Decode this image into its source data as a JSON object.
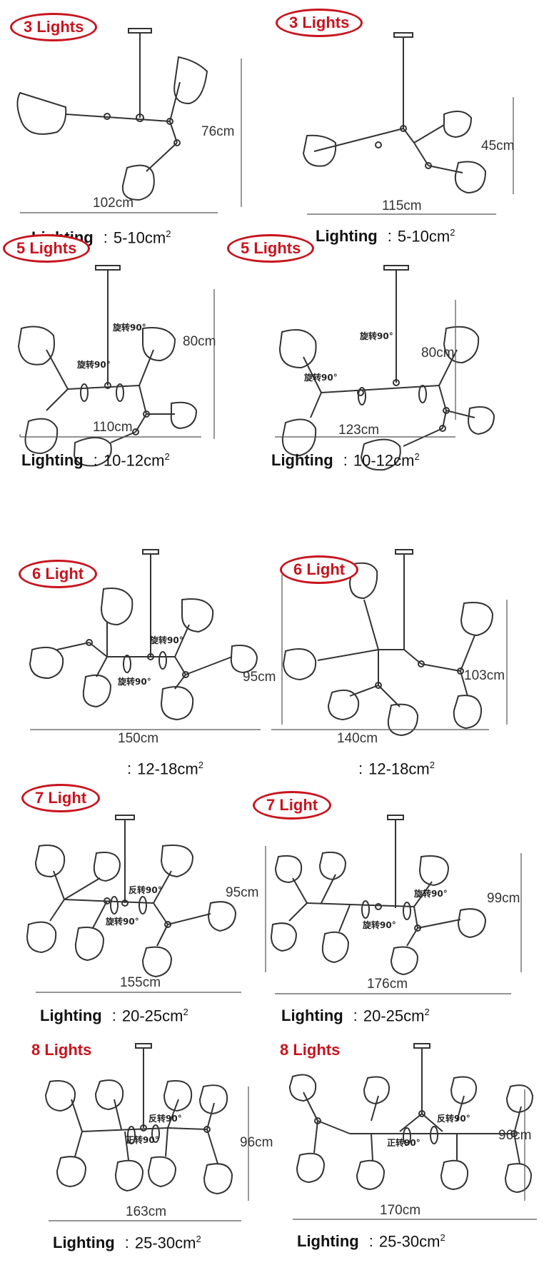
{
  "colors": {
    "accent": "#c8141e",
    "line": "#333333",
    "text": "#111111"
  },
  "icons": [
    "glass-shade-icon",
    "ceiling-canopy-icon",
    "rotation-arrow-icon"
  ],
  "lighting_label": "Lighting",
  "lighting_colon": ":",
  "area_unit_sup": "2",
  "items": [
    {
      "title": "3 Lights",
      "height": "76cm",
      "width": "102cm",
      "area": "5-10cm",
      "show_label": true
    },
    {
      "title": "3 Lights",
      "height": "45cm",
      "width": "115cm",
      "area": "5-10cm",
      "show_label": true
    },
    {
      "title": "5 Lights",
      "height": "80cm",
      "width": "110cm",
      "area": "10-12cm",
      "show_label": true,
      "rot": [
        "旋转90°",
        "旋转90°"
      ]
    },
    {
      "title": "5 Lights",
      "height": "80cm",
      "width": "123cm",
      "area": "10-12cm",
      "show_label": true,
      "rot": [
        "旋转90°",
        "旋转90°"
      ]
    },
    {
      "title": "6 Light",
      "height": "95cm",
      "width": "150cm",
      "area": "12-18cm",
      "show_label": false,
      "rot": [
        "旋转90°",
        "旋转90°"
      ]
    },
    {
      "title": "6 Light",
      "height": "103cm",
      "width": "140cm",
      "area": "12-18cm",
      "show_label": false
    },
    {
      "title": "7 Light",
      "height": "95cm",
      "width": "155cm",
      "area": "20-25cm",
      "show_label": true,
      "rot": [
        "反转90°",
        "旋转90°"
      ]
    },
    {
      "title": "7 Light",
      "height": "99cm",
      "width": "176cm",
      "area": "20-25cm",
      "show_label": true,
      "rot": [
        "旋转90°",
        "旋转90°"
      ]
    },
    {
      "title": "8 Lights",
      "height": "96cm",
      "width": "163cm",
      "area": "25-30cm",
      "show_label": true,
      "rot": [
        "反转90°",
        "正转90°"
      ]
    },
    {
      "title": "8 Lights",
      "height": "96cm",
      "width": "170cm",
      "area": "25-30cm",
      "show_label": true,
      "rot": [
        "反转90°",
        "正转90°"
      ]
    }
  ]
}
